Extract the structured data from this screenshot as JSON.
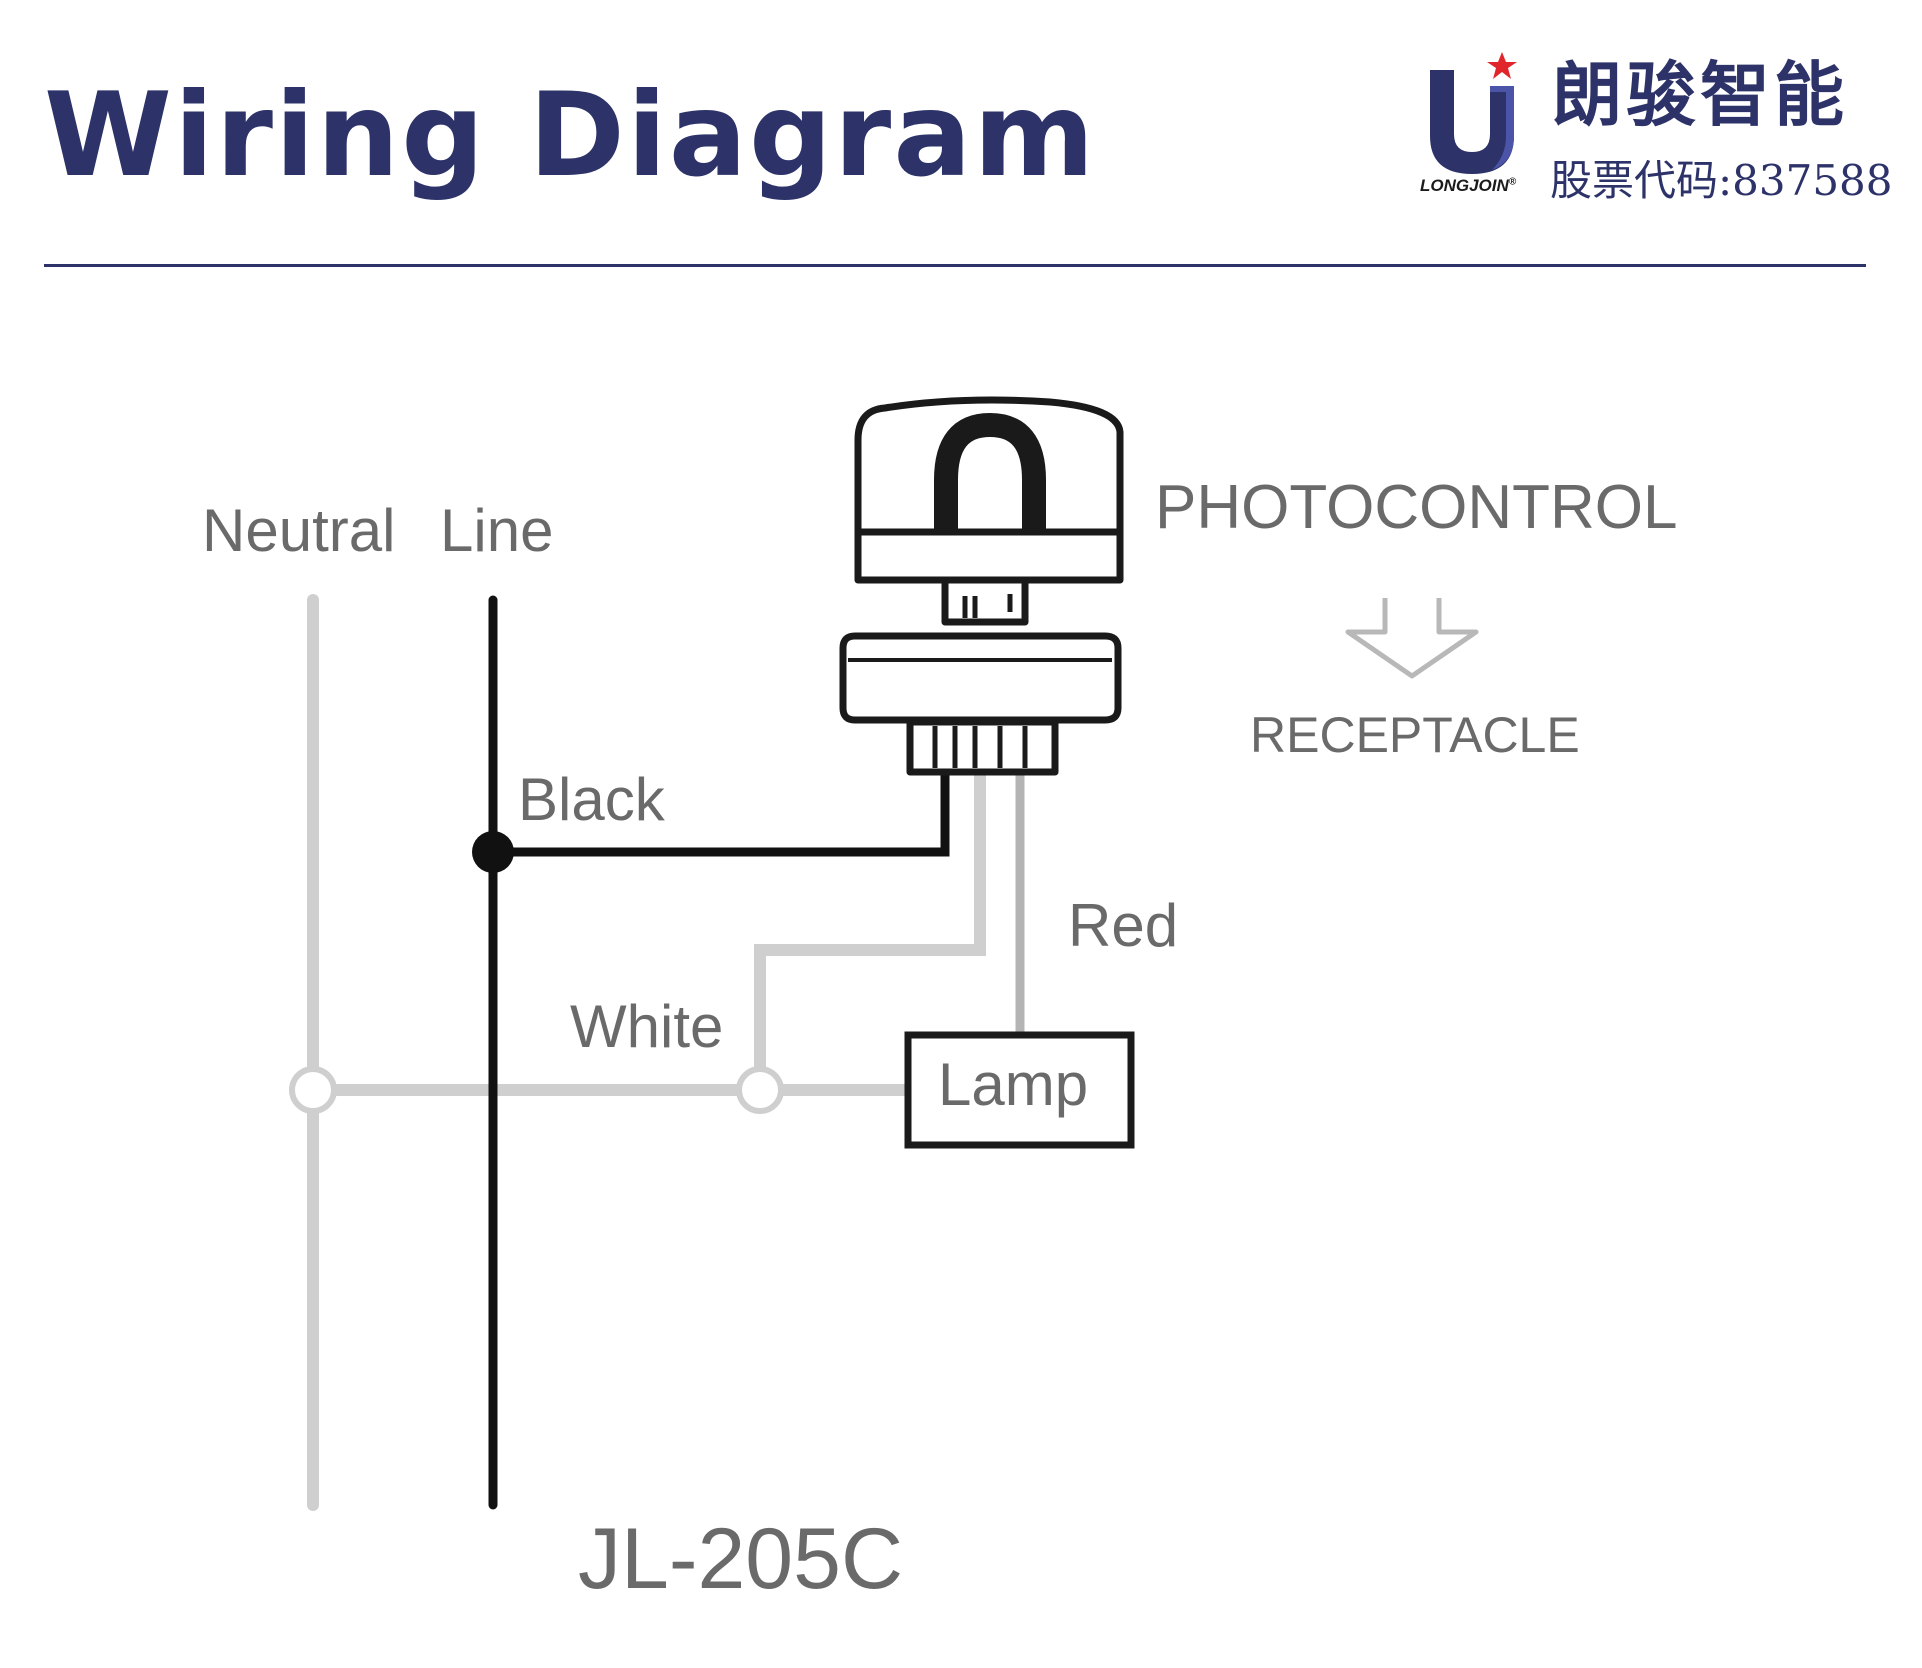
{
  "header": {
    "title": "Wiring Diagram",
    "brand_cn": "朗骏智能",
    "stock_label": "股票代码:",
    "stock_code": "837588",
    "brand_en": "LONGJOIN",
    "brand_mark": "®"
  },
  "diagram": {
    "neutral_label": "Neutral",
    "line_label": "Line",
    "photocontrol_label": "PHOTOCONTROL",
    "receptacle_label": "RECEPTACLE",
    "black_label": "Black",
    "white_label": "White",
    "red_label": "Red",
    "lamp_label": "Lamp",
    "model_label": "JL-205C"
  },
  "colors": {
    "brand_navy": "#2d3369",
    "logo_star": "#e0262b",
    "wire_black": "#111111",
    "wire_white": "#d0d0d0",
    "wire_red": "#b4b4b4"
  }
}
